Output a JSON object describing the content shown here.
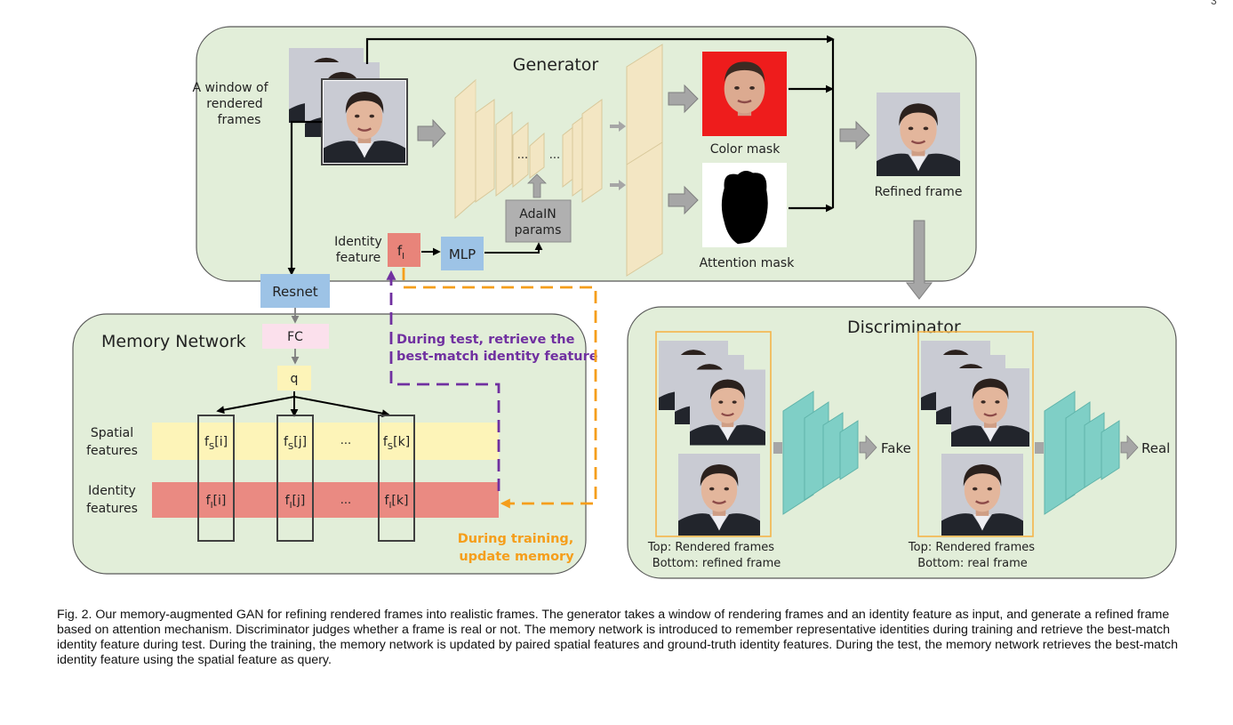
{
  "page_number": "3",
  "generator": {
    "title": "Generator",
    "input_label_lines": [
      "A window of",
      "rendered",
      "frames"
    ],
    "ellipsis_left": "...",
    "ellipsis_right": "...",
    "adain_lines": [
      "AdaIN",
      "params"
    ],
    "color_mask_label": "Color mask",
    "attention_mask_label": "Attention mask",
    "refined_frame_label": "Refined frame",
    "identity_feature_lines": [
      "Identity",
      "feature"
    ],
    "fi_label": "f",
    "fi_sub": "I",
    "mlp_label": "MLP"
  },
  "resnet_label": "Resnet",
  "memory_network": {
    "title": "Memory Network",
    "fc_label": "FC",
    "q_label": "q",
    "spatial_label_lines": [
      "Spatial",
      "features"
    ],
    "identity_label_lines": [
      "Identity",
      "features"
    ],
    "spatial_cells": [
      {
        "base": "f",
        "sub": "S",
        "idx": "[i]"
      },
      {
        "base": "f",
        "sub": "S",
        "idx": "[j]"
      },
      {
        "base": "f",
        "sub": "S",
        "idx": "[k]"
      }
    ],
    "identity_cells": [
      {
        "base": "f",
        "sub": "I",
        "idx": "[i]"
      },
      {
        "base": "f",
        "sub": "I",
        "idx": "[j]"
      },
      {
        "base": "f",
        "sub": "I",
        "idx": "[k]"
      }
    ],
    "row_ellipsis": "...",
    "test_note_lines": [
      "During test, retrieve the",
      "best-match identity feature"
    ],
    "train_note_lines": [
      "During training,",
      "update memory"
    ]
  },
  "discriminator": {
    "title": "Discriminator",
    "fake_label": "Fake",
    "real_label": "Real",
    "left_caption_lines": [
      "Top: Rendered frames",
      "Bottom: refined frame"
    ],
    "right_caption_lines": [
      "Top: Rendered frames",
      "Bottom: real frame"
    ]
  },
  "caption": "Fig. 2. Our memory-augmented GAN for refining rendered frames into realistic frames. The generator takes a window of rendering frames and an identity feature as input, and generate a refined frame based on attention mechanism. Discriminator judges whether a frame is real or not. The memory network is introduced to remember representative identities during training and retrieve the best-match identity feature during test. During the training, the memory network is updated by paired spatial features and ground-truth identity features. During the test, the memory network retrieves the best-match identity feature using the spatial feature as query.",
  "colors": {
    "panel_fill": "#e2eed9",
    "panel_stroke": "#595959",
    "layer_fill": "#f3e6c3",
    "disc_layer_fill": "#7fcfc6",
    "blue_box": "#9dc3e6",
    "fi_box": "#e8847a",
    "spatial_band": "#fdf4b8",
    "identity_band": "#ea8a82",
    "fc_box": "#fbe0ec",
    "q_box": "#fdf4b8",
    "purple": "#7030a0",
    "orange": "#f59e1b",
    "gray_arrow": "#a6a6a6",
    "face_frame": "#f5b54a"
  },
  "icons": [
    "face-photo",
    "color-mask-photo",
    "attention-mask-silhouette"
  ]
}
